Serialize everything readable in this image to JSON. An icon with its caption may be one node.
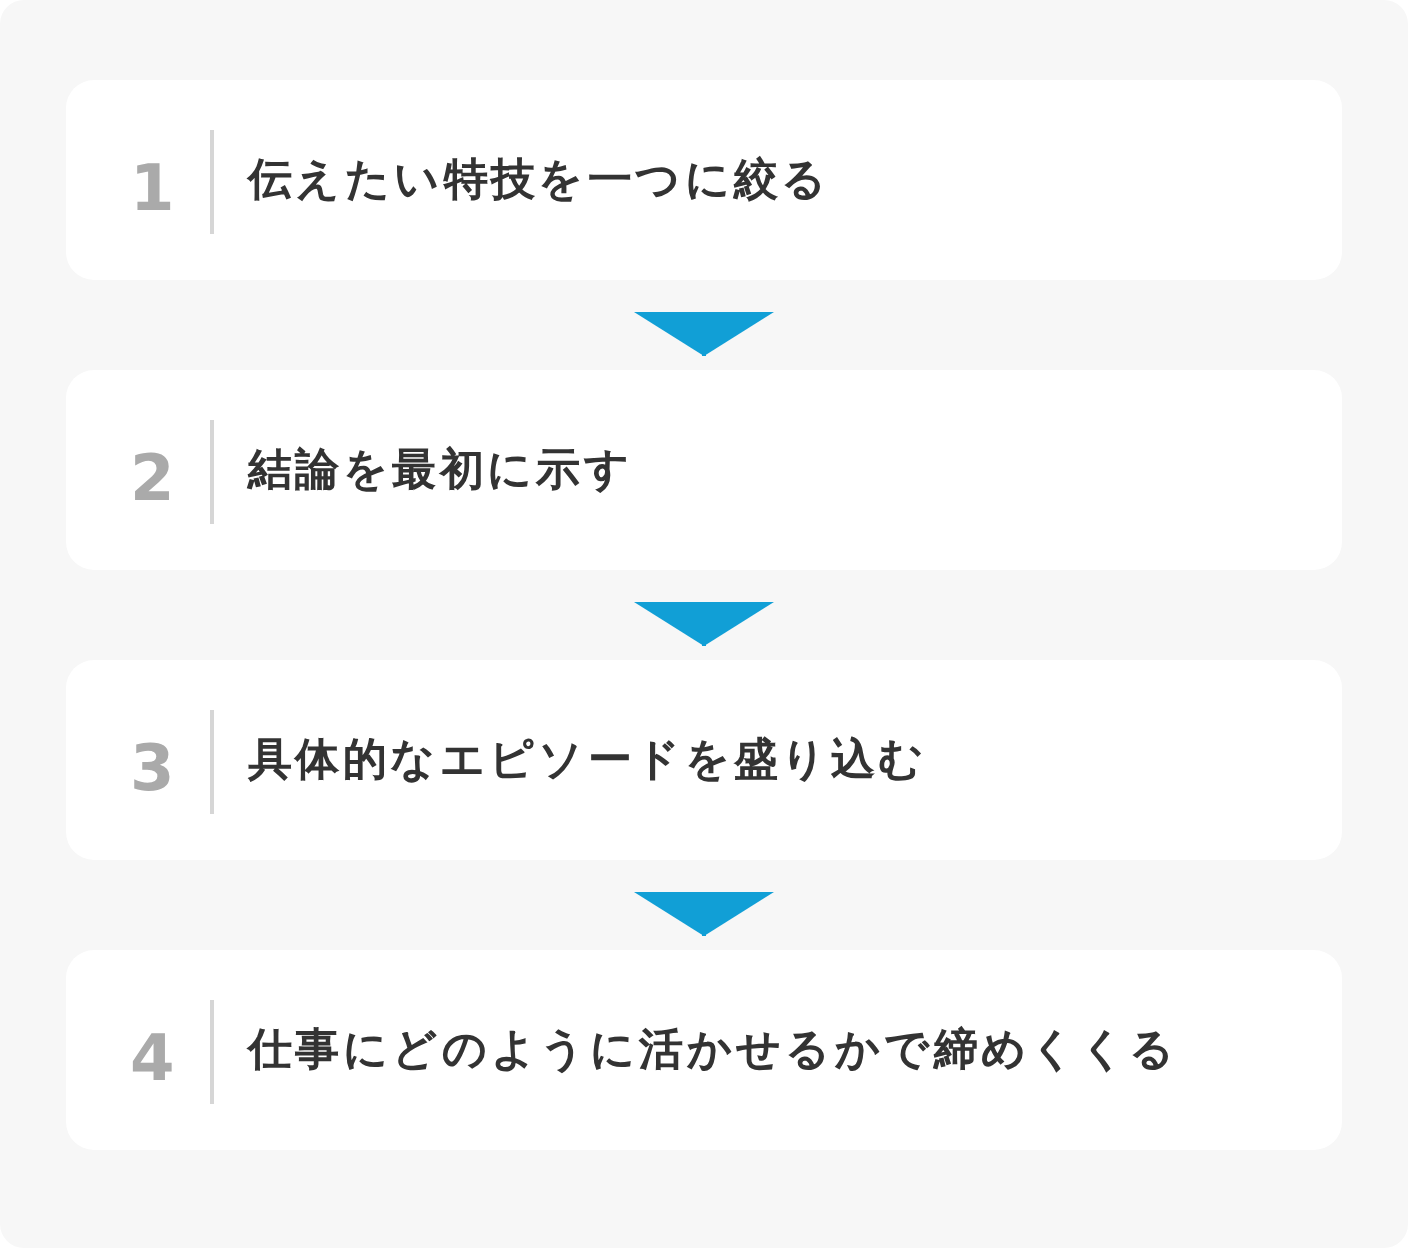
{
  "diagram": {
    "nodes": [
      {
        "text": [
          "1",
          "伝えたい特技を一つに絞る"
        ]
      },
      {
        "text": [
          "2",
          "結論を最初に示す"
        ]
      },
      {
        "text": [
          "3",
          "具体的なエピソードを盛り込む"
        ]
      },
      {
        "text": [
          "4",
          "仕事にどのように活かせるかで締めくくる"
        ]
      }
    ],
    "edges": [
      {
        "from": 0,
        "to": 1,
        "arrow": "to"
      },
      {
        "from": 1,
        "to": 2,
        "arrow": "to"
      },
      {
        "from": 2,
        "to": 3,
        "arrow": "to"
      }
    ]
  }
}
